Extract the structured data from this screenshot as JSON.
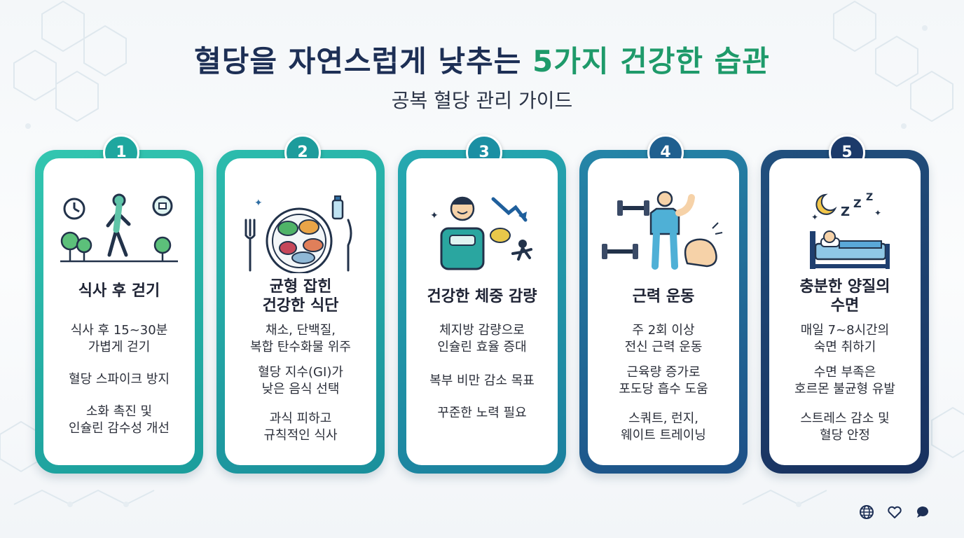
{
  "title": {
    "main": "혈당을 자연스럽게 낮추는 ",
    "accent": "5가지 건강한 습관"
  },
  "subtitle": "공복 혈당 관리 가이드",
  "colors": {
    "title": "#1d2f55",
    "accent": "#1e9a6a"
  },
  "cards": [
    {
      "number": "1",
      "title_lines": [
        "식사 후 걷기"
      ],
      "descs": [
        [
          "식사 후 15~30분",
          "가볍게 걷기"
        ],
        [
          "혈당 스파이크 방지"
        ],
        [
          "소화 촉진 및",
          "인슐린 감수성 개선"
        ]
      ],
      "icon": "walking-person-icon",
      "color": "#27b4a8"
    },
    {
      "number": "2",
      "title_lines": [
        "균형 잡힌",
        "건강한 식단"
      ],
      "descs": [
        [
          "채소, 단백질,",
          "복합 탄수화물 위주"
        ],
        [
          "혈당 지수(GI)가",
          "낮은 음식 선택"
        ],
        [
          "과식 피하고",
          "규칙적인 식사"
        ]
      ],
      "icon": "healthy-plate-icon",
      "color": "#22a3a3"
    },
    {
      "number": "3",
      "title_lines": [
        "건강한 체중 감량"
      ],
      "descs": [
        [
          "체지방 감량으로",
          "인슐린 효율 증대"
        ],
        [
          "복부 비만 감소 목표"
        ],
        [
          "꾸준한 노력 필요"
        ]
      ],
      "icon": "weight-loss-icon",
      "color": "#1e8ea6"
    },
    {
      "number": "4",
      "title_lines": [
        "근력 운동"
      ],
      "descs": [
        [
          "주 2회 이상",
          "전신 근력 운동"
        ],
        [
          "근육량 증가로",
          "포도당 흡수 도움"
        ],
        [
          "스쿼트, 런지,",
          "웨이트 트레이닝"
        ]
      ],
      "icon": "strength-training-icon",
      "color": "#1f6f9c"
    },
    {
      "number": "5",
      "title_lines": [
        "충분한 양질의",
        "수면"
      ],
      "descs": [
        [
          "매일 7~8시간의",
          "숙면 취하기"
        ],
        [
          "수면 부족은",
          "호르몬 불균형 유발"
        ],
        [
          "스트레스 감소 및",
          "혈당 안정"
        ]
      ],
      "icon": "sleep-icon",
      "color": "#1c3f72"
    }
  ],
  "footer_icons": [
    "globe-icon",
    "heart-icon",
    "chat-icon"
  ]
}
